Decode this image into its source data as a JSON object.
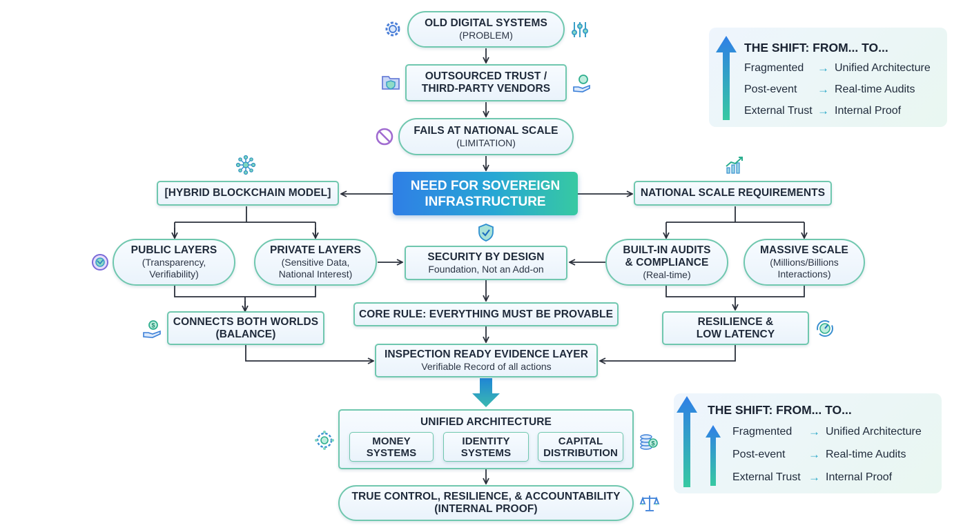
{
  "nodes": {
    "old_systems": {
      "title": "OLD DIGITAL SYSTEMS",
      "sub": "(PROBLEM)"
    },
    "outsourced": {
      "title1": "OUTSOURCED TRUST /",
      "title2": "THIRD-PARTY VENDORS"
    },
    "fails": {
      "title": "FAILS AT NATIONAL SCALE",
      "sub": "(LIMITATION)"
    },
    "need": {
      "line1": "NEED FOR SOVEREIGN",
      "line2": "INFRASTRUCTURE"
    },
    "hybrid": {
      "title": "[HYBRID BLOCKCHAIN MODEL]"
    },
    "national": {
      "title": "NATIONAL SCALE REQUIREMENTS"
    },
    "public": {
      "title": "PUBLIC LAYERS",
      "sub1": "(Transparency,",
      "sub2": "Verifiability)"
    },
    "private": {
      "title": "PRIVATE LAYERS",
      "sub1": "(Sensitive Data,",
      "sub2": "National Interest)"
    },
    "security": {
      "title": "SECURITY BY DESIGN",
      "sub": "Foundation, Not an Add-on"
    },
    "audits": {
      "title1": "BUILT-IN AUDITS",
      "title2": "& COMPLIANCE",
      "sub": "(Real-time)"
    },
    "massive": {
      "title": "MASSIVE SCALE",
      "sub1": "(Millions/Billions",
      "sub2": "Interactions)"
    },
    "connects": {
      "title1": "CONNECTS BOTH WORLDS",
      "title2": "(BALANCE)"
    },
    "core_rule": {
      "title": "CORE RULE: EVERYTHING MUST BE PROVABLE"
    },
    "resilience": {
      "title1": "RESILIENCE &",
      "title2": "LOW LATENCY"
    },
    "inspection": {
      "title": "INSPECTION READY EVIDENCE LAYER",
      "sub": "Verifiable Record of all actions"
    },
    "unified": {
      "title": "UNIFIED ARCHITECTURE"
    },
    "money": {
      "l1": "MONEY",
      "l2": "SYSTEMS"
    },
    "identity": {
      "l1": "IDENTITY",
      "l2": "SYSTEMS"
    },
    "capital": {
      "l1": "CAPITAL",
      "l2": "DISTRIBUTION"
    },
    "true_control": {
      "title1": "TRUE CONTROL, RESILIENCE, & ACCOUNTABILITY",
      "title2": "(INTERNAL PROOF)"
    }
  },
  "shift_panels": [
    {
      "title": "THE SHIFT: FROM... TO...",
      "rows": [
        {
          "from": "Fragmented",
          "to": "Unified Architecture"
        },
        {
          "from": "Post-event",
          "to": "Real-time Audits"
        },
        {
          "from": "External Trust",
          "to": "Internal Proof"
        }
      ]
    },
    {
      "title": "THE SHIFT: FROM... TO...",
      "rows": [
        {
          "from": "Fragmented",
          "to": "Unified Architecture"
        },
        {
          "from": "Post-event",
          "to": "Real-time Audits"
        },
        {
          "from": "External Trust",
          "to": "Internal Proof"
        }
      ]
    }
  ],
  "icons": [
    "gear-icon",
    "circuit-sliders-icon",
    "folder-shield-icon",
    "hand-coin-icon",
    "no-entry-icon",
    "network-nodes-icon",
    "growth-chart-icon",
    "shield-check-icon",
    "globe-icon",
    "hand-dollar-icon",
    "gauge-cycle-icon",
    "network-gear-icon",
    "coin-stack-icon",
    "balance-scale-icon"
  ],
  "colors": {
    "accent_teal": "#37c9a2",
    "accent_blue": "#2f7fe6",
    "border": "#6fc7ae",
    "line": "#2a2f3a"
  }
}
